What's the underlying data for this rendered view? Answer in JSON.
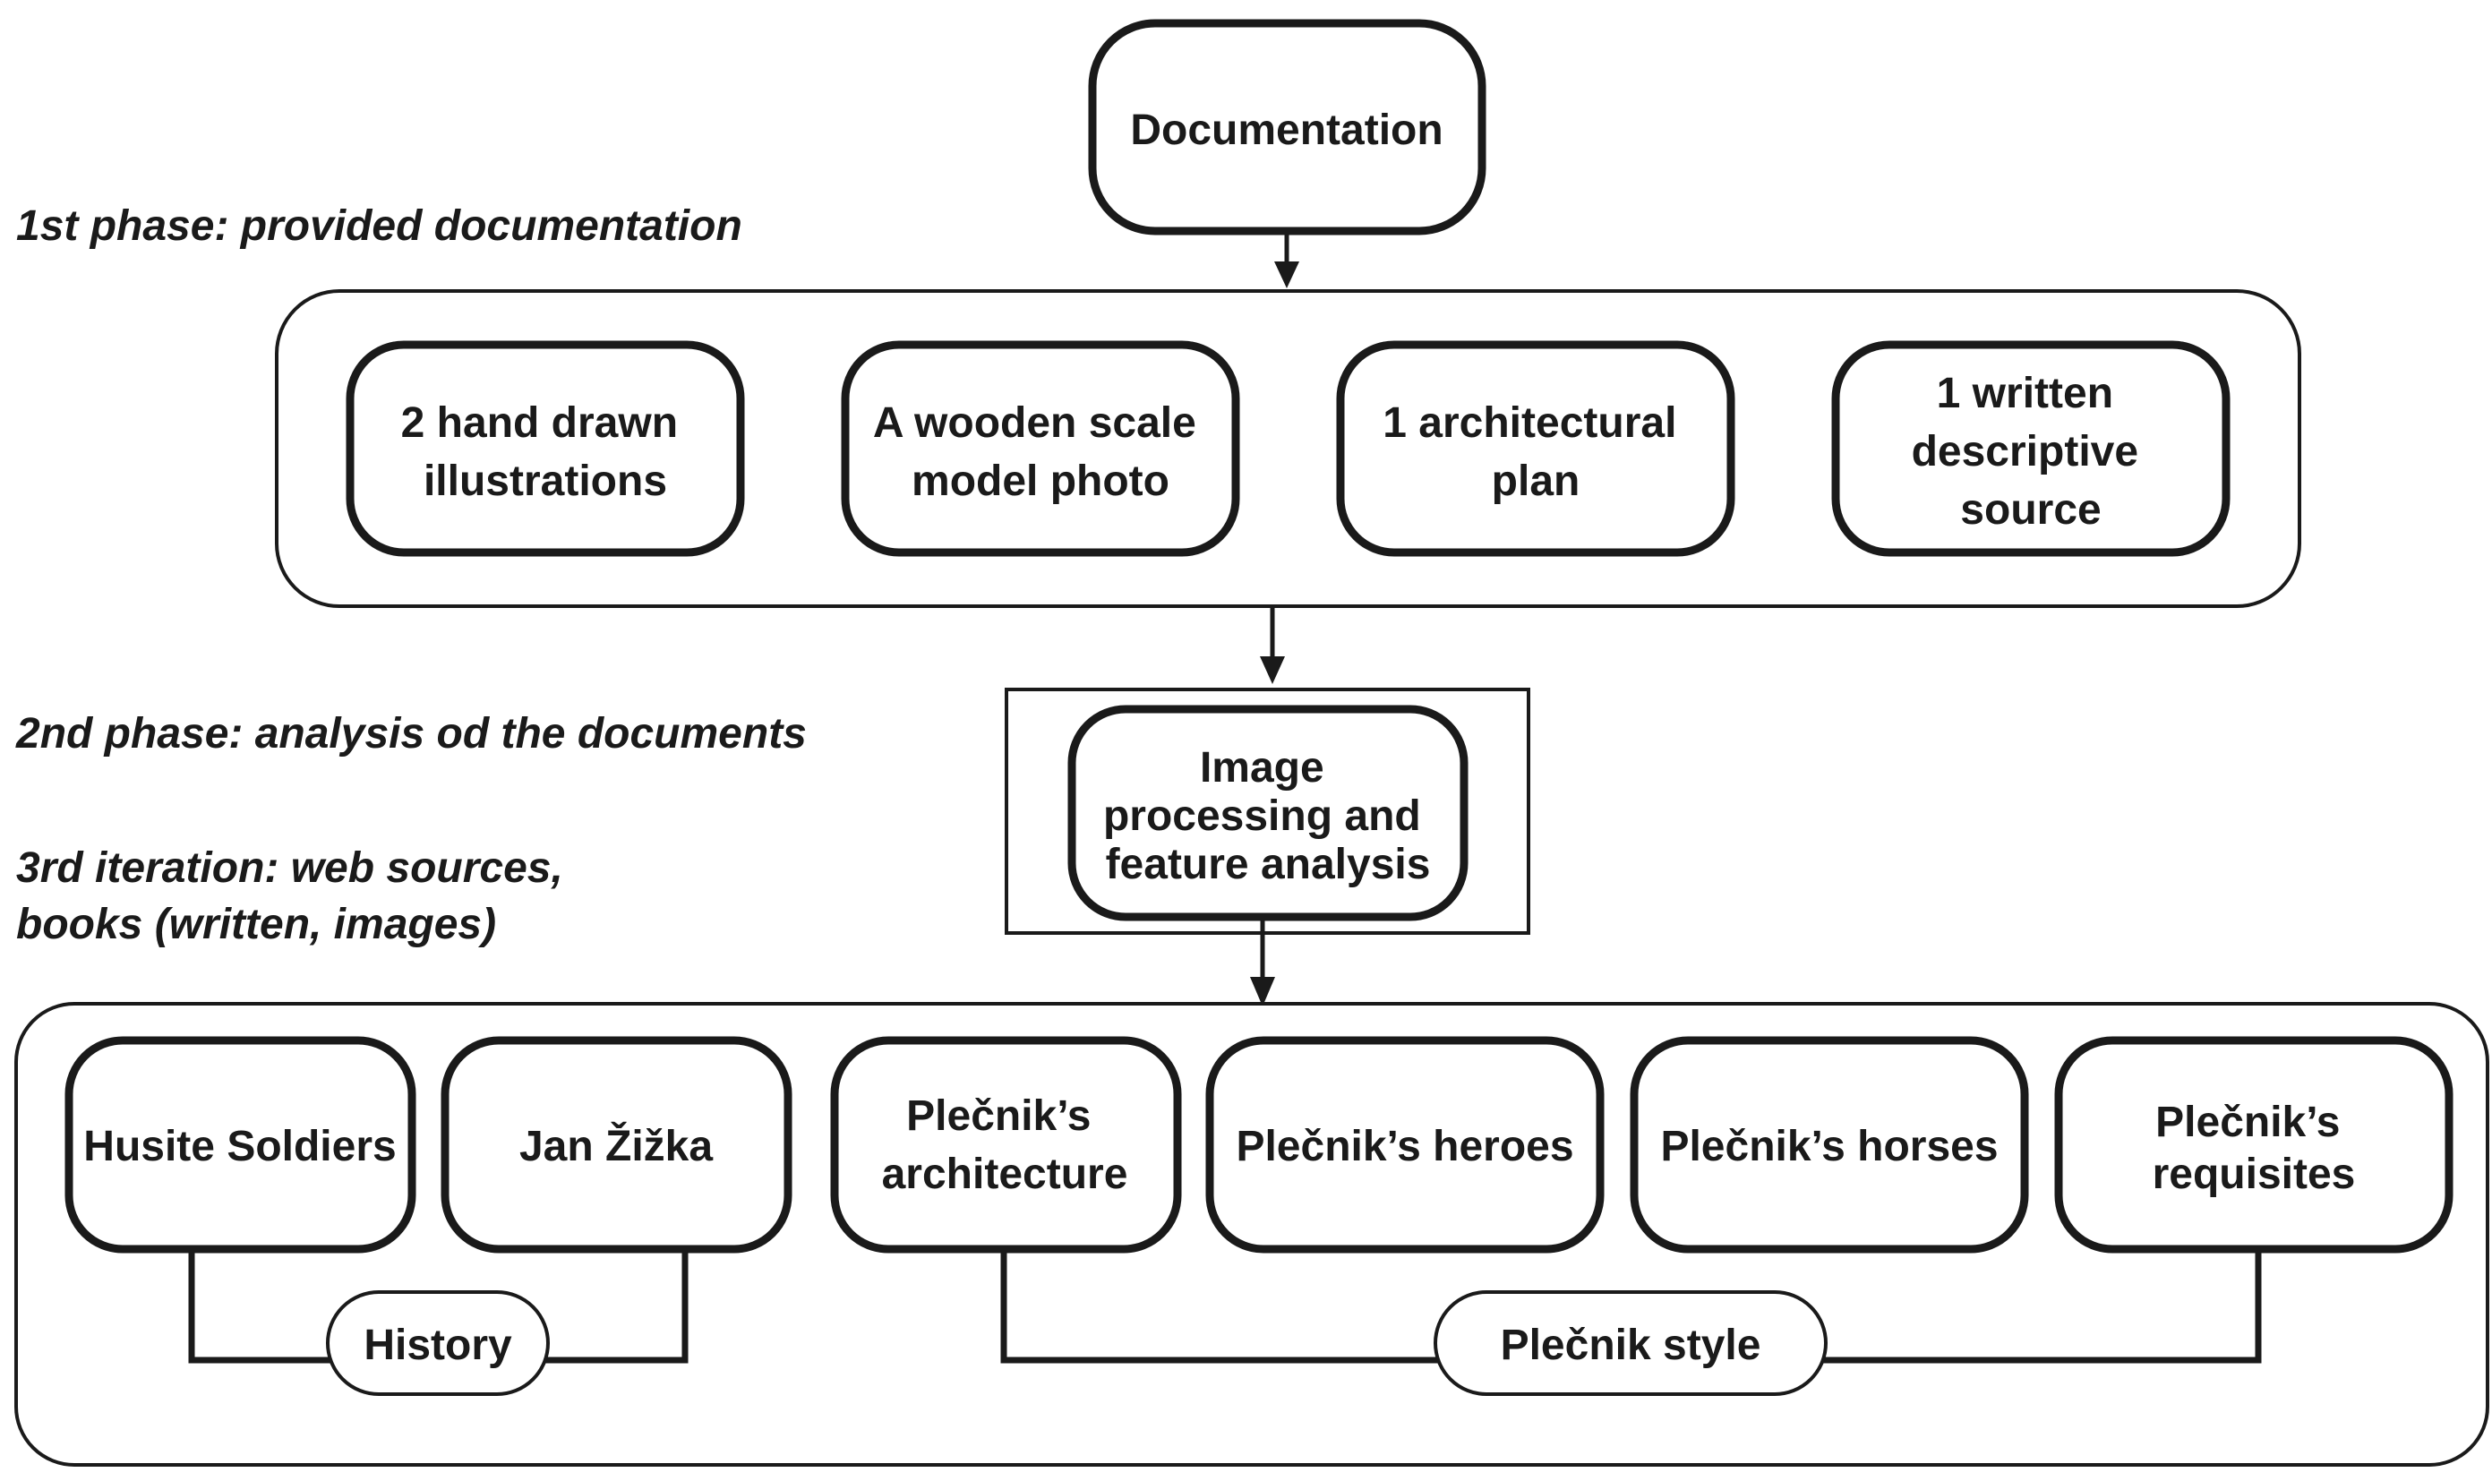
{
  "phases": {
    "phase1": "1st phase: provided documentation",
    "phase2": "2nd phase: analysis od the documents",
    "phase3_line1": "3rd iteration: web sources,",
    "phase3_line2": "books (written, images)"
  },
  "nodes": {
    "documentation": "Documentation",
    "hand_drawn": [
      "2 hand drawn",
      "illustrations"
    ],
    "wooden_model": [
      "A wooden scale",
      "model photo"
    ],
    "arch_plan": [
      "1 architectural",
      "plan"
    ],
    "written_source": [
      "1 written",
      "descriptive",
      "source"
    ],
    "image_processing": [
      "Image",
      "processing and",
      "feature analysis"
    ],
    "husite_soldiers": "Husite Soldiers",
    "jan_zizka": "Jan Žižka",
    "plecnik_architecture": [
      "Plečnik’s",
      "architecture"
    ],
    "plecnik_heroes": "Plečnik’s heroes",
    "plecnik_horses": "Plečnik’s horses",
    "plecnik_requisites": [
      "Plečnik’s",
      "requisites"
    ],
    "history": "History",
    "plecnik_style": "Plečnik style"
  },
  "colors": {
    "ink": "#1a1a1a",
    "background": "#ffffff"
  }
}
